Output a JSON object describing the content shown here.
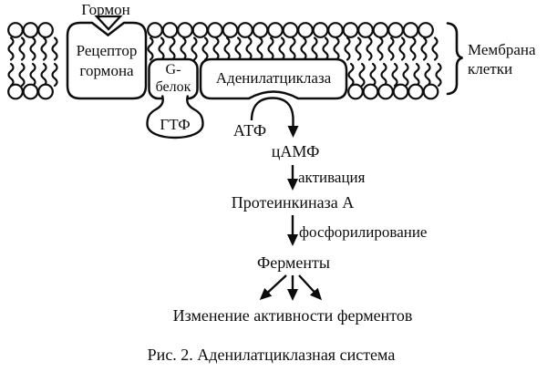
{
  "diagram": {
    "title_caption": "Рис. 2. Аденилатциклазная система",
    "hormone": "Гормон",
    "receptor": {
      "line1": "Рецептор",
      "line2": "гормона"
    },
    "g_protein": {
      "line1": "G-",
      "line2": "белок"
    },
    "adenylate_cyclase": "Аденилатциклаза",
    "gtp": "ГТФ",
    "membrane": {
      "line1": "Мембрана",
      "line2": "клетки"
    },
    "atp": "АТФ",
    "camp": "цАМФ",
    "activation": "активация",
    "protein_kinase": "Протеинкиназа А",
    "phosphorylation": "фосфорилирование",
    "enzymes": "Ферменты",
    "result": "Изменение активности ферментов",
    "colors": {
      "ink": "#0d0d0d",
      "background": "#ffffff"
    }
  }
}
